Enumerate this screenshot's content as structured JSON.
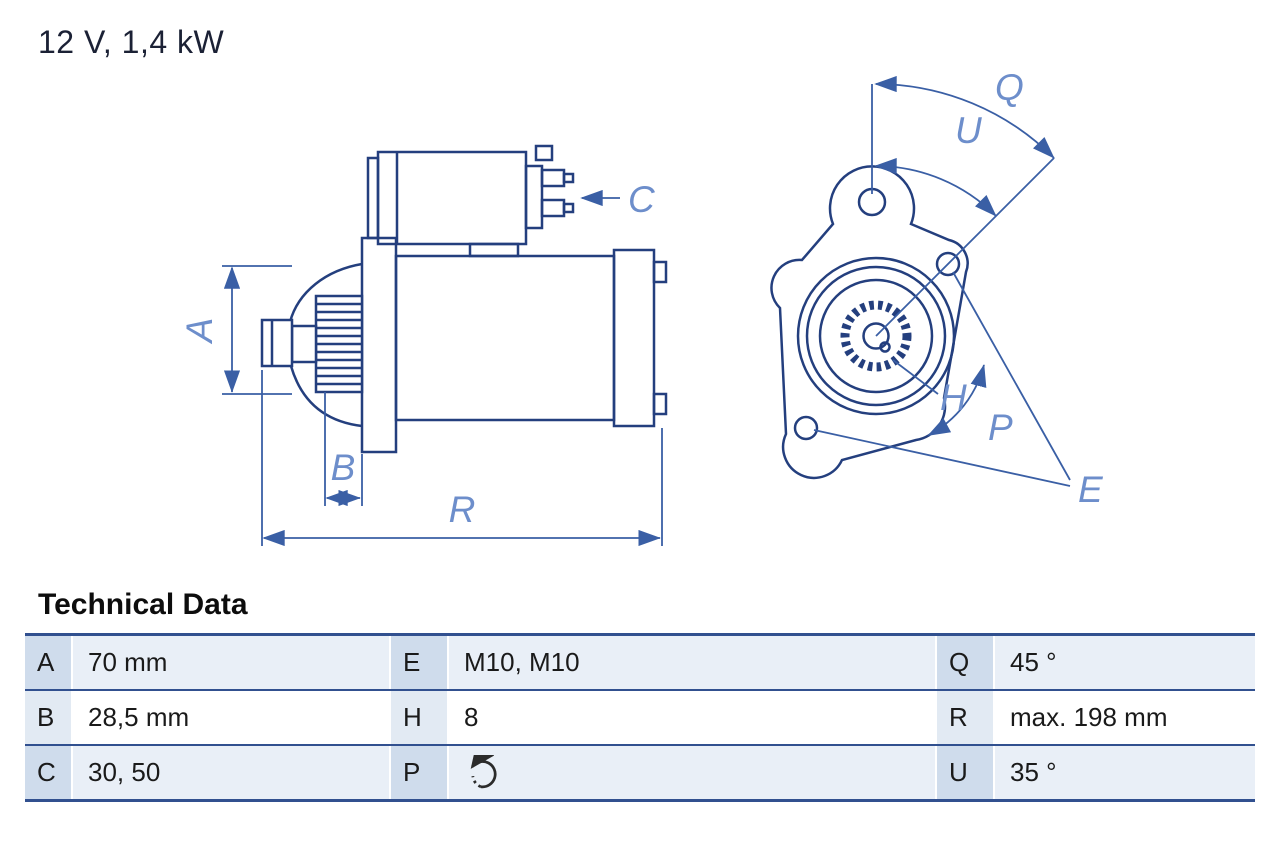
{
  "title": "12 V, 1,4 kW",
  "section": {
    "title": "Technical Data"
  },
  "drawing": {
    "labels": {
      "A": "A",
      "B": "B",
      "C": "C",
      "E": "E",
      "H": "H",
      "P": "P",
      "Q": "Q",
      "R": "R",
      "U": "U"
    }
  },
  "table": {
    "rows": [
      [
        {
          "key": "A",
          "value": "70 mm"
        },
        {
          "key": "E",
          "value": "M10, M10"
        },
        {
          "key": "Q",
          "value": "45 °"
        }
      ],
      [
        {
          "key": "B",
          "value": "28,5 mm"
        },
        {
          "key": "H",
          "value": "8"
        },
        {
          "key": "R",
          "value": "max. 198 mm"
        }
      ],
      [
        {
          "key": "C",
          "value": "30, 50"
        },
        {
          "key": "P",
          "value": "",
          "icon": "rotation-ccw-icon"
        },
        {
          "key": "U",
          "value": "35 °"
        }
      ]
    ]
  },
  "colors": {
    "line": "#243f7e",
    "dimension": "#3a5fa5",
    "dimension_label": "#6d8ecb",
    "table_border": "#31508f",
    "key_cell_tint": "#cfdcec",
    "value_cell_tint": "#e9eff7"
  }
}
